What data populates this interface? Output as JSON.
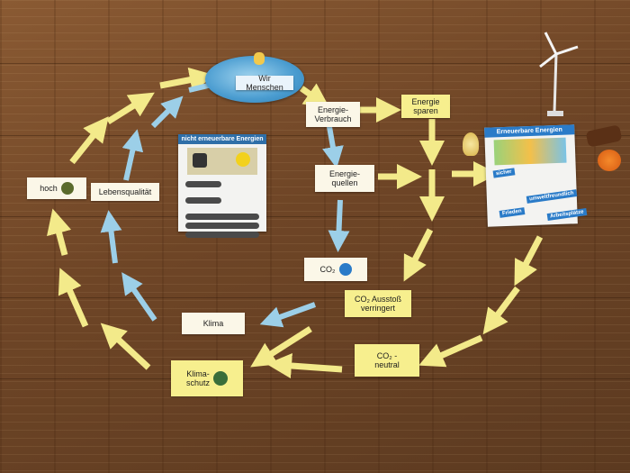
{
  "cards": {
    "wir_menschen": "Wir Menschen",
    "energie_verbrauch": "Energie-\nVerbrauch",
    "energie_sparen": "Energie\nsparen",
    "energie_quellen": "Energie-\nquellen",
    "co2": "CO₂",
    "co2_ausstoss": "CO₂ Ausstoß\nverringert",
    "co2_neutral": "CO₂ -\nneutral",
    "klima": "Klima",
    "klimaschutz": "Klima-\nschutz",
    "lebensqualitaet": "Lebensqualität",
    "hoch": "hoch"
  },
  "poster_left": {
    "title": "nicht erneuerbare Energien"
  },
  "poster_right": {
    "title": "Erneuerbare Energien",
    "words": [
      "sicher",
      "umweltfreundlich",
      "Frieden",
      "Arbeitsplätze"
    ]
  },
  "colors": {
    "yellow_arrow": "#f3ea8a",
    "blue_arrow": "#9ccfe8",
    "card_bg": "#fbf7e8",
    "floor": "#6e4526",
    "ribbon_blue": "#2a7bc8"
  },
  "icons": [
    "globe-icon",
    "wind-turbine-icon",
    "lightbulb-icon",
    "co2-badge-icon",
    "fruit-icon"
  ]
}
